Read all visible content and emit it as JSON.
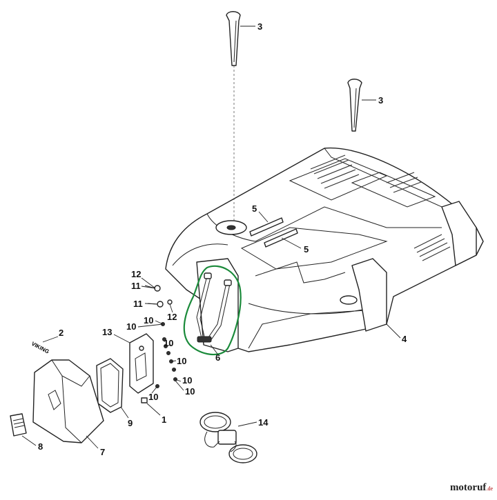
{
  "diagram": {
    "callouts": {
      "c3a": "3",
      "c3b": "3",
      "c5a": "5",
      "c5b": "5",
      "c4": "4",
      "c6": "6",
      "c12a": "12",
      "c11a": "11",
      "c11b": "11",
      "c12b": "12",
      "c10a": "10",
      "c10b": "10",
      "c10c": "10",
      "c10d": "10",
      "c10e": "10",
      "c10f": "10",
      "c10g": "10",
      "c13": "13",
      "c2": "2",
      "c9": "9",
      "c1": "1",
      "c7": "7",
      "c8": "8",
      "c14": "14"
    },
    "cover_logo": "VIKING",
    "highlight_color": "#1a8a3a"
  },
  "watermark": {
    "name": "motoruf",
    "suffix": ".de"
  }
}
